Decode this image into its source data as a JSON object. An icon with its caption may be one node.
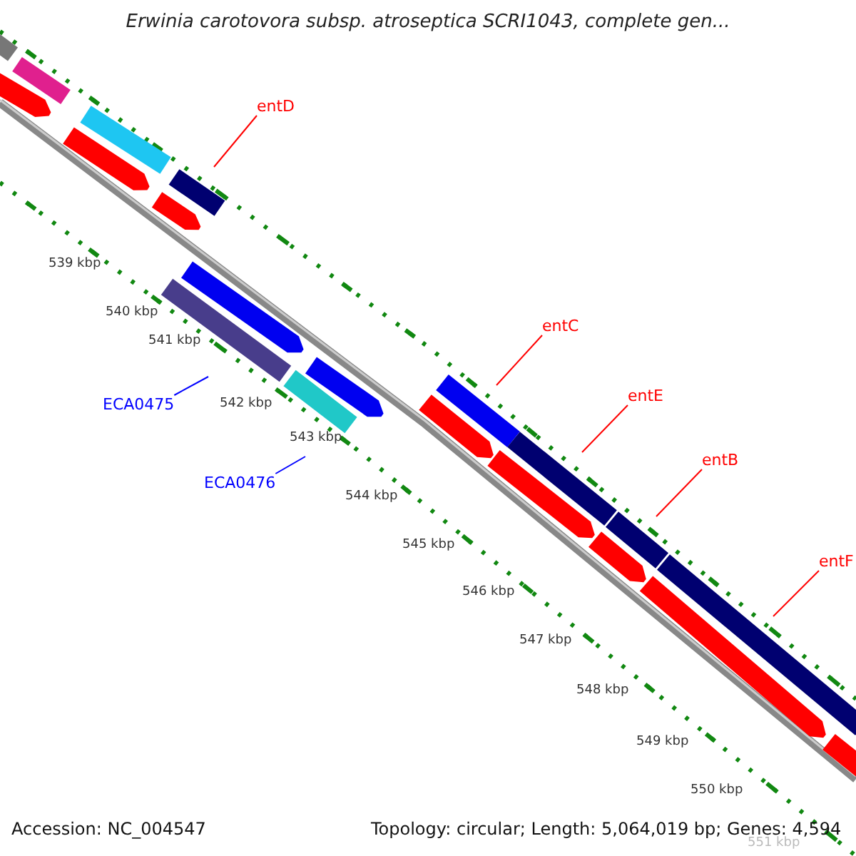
{
  "diagram": {
    "title": "Erwinia carotovora subsp. atroseptica SCRI1043, complete gen...",
    "nodes": [
      {
        "text": [
          "entD"
        ]
      },
      {
        "text": [
          "entC"
        ]
      },
      {
        "text": [
          "entE"
        ]
      },
      {
        "text": [
          "entB"
        ]
      },
      {
        "text": [
          "entF"
        ]
      },
      {
        "text": [
          "ECA0475"
        ]
      },
      {
        "text": [
          "ECA0476"
        ]
      }
    ],
    "edges": [
      {
        "from": 0,
        "to": null,
        "arrow": "none"
      },
      {
        "from": 1,
        "to": null,
        "arrow": "none"
      },
      {
        "from": 2,
        "to": null,
        "arrow": "none"
      },
      {
        "from": 3,
        "to": null,
        "arrow": "none"
      },
      {
        "from": 4,
        "to": null,
        "arrow": "none"
      },
      {
        "from": 5,
        "to": null,
        "arrow": "none",
        "color": "#0000ff"
      },
      {
        "from": 6,
        "to": null,
        "arrow": "none",
        "color": "#0000ff"
      }
    ],
    "labels": [
      "539 kbp",
      "540 kbp",
      "541 kbp",
      "542 kbp",
      "543 kbp",
      "544 kbp",
      "545 kbp",
      "546 kbp",
      "547 kbp",
      "548 kbp",
      "549 kbp",
      "550 kbp",
      "551 kbp",
      "Accession: NC_004547",
      "Topology: circular; Length: 5,064,019 bp; Genes: 4,594"
    ]
  }
}
